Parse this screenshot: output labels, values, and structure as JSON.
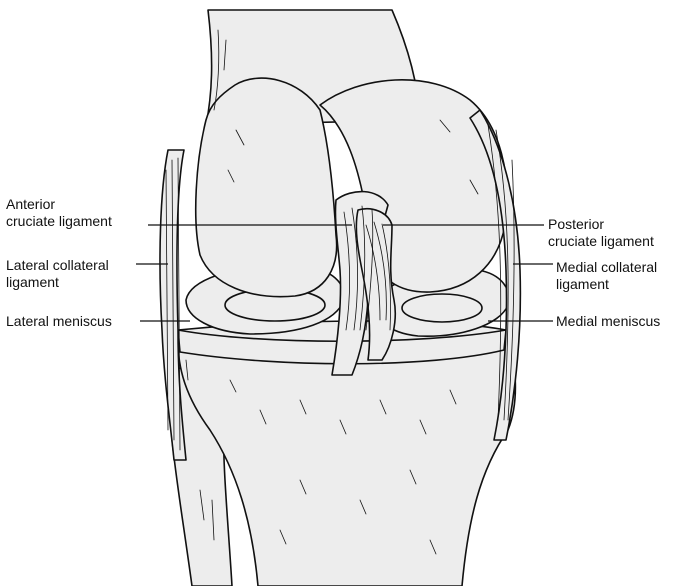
{
  "labels": {
    "anterior_cruciate": [
      "Anterior",
      "cruciate ligament"
    ],
    "lateral_collateral": [
      "Lateral collateral",
      "ligament"
    ],
    "lateral_meniscus": [
      "Lateral meniscus"
    ],
    "posterior_cruciate": [
      "Posterior",
      "cruciate ligament"
    ],
    "medial_collateral": [
      "Medial collateral",
      "ligament"
    ],
    "medial_meniscus": [
      "Medial meniscus"
    ]
  },
  "colors": {
    "ink": "#111111",
    "fill": "#ededed",
    "background": "#ffffff"
  }
}
